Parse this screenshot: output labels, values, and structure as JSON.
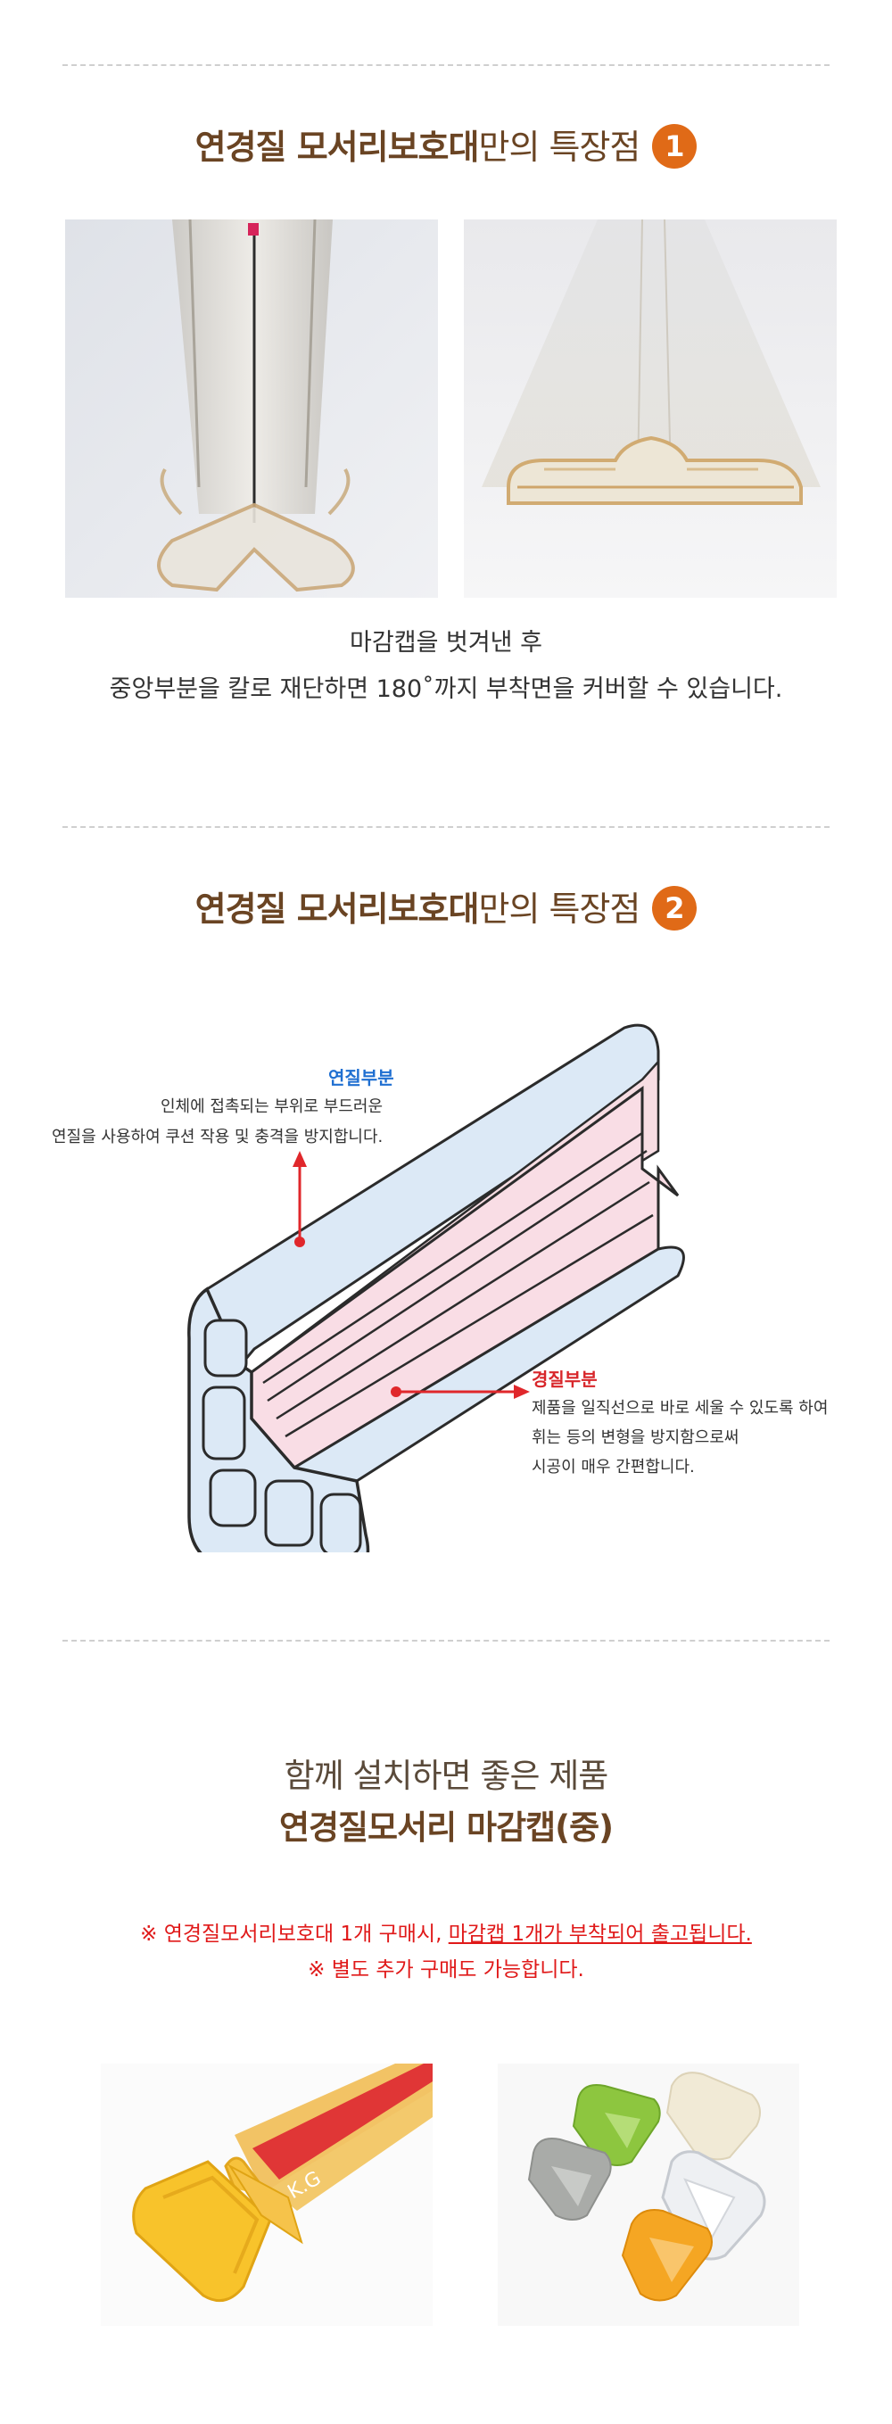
{
  "section1": {
    "title_strong": "연경질 모서리보호대",
    "title_rest": "만의 특장점",
    "badge": "1",
    "caption_line1": "마감캡을 벗겨낸 후",
    "caption_line2": "중앙부분을 칼로 재단하면 180˚까지 부착면을 커버할 수 있습니다."
  },
  "section2": {
    "title_strong": "연경질 모서리보호대",
    "title_rest": "만의 특장점",
    "badge": "2",
    "soft_label": "연질부분",
    "soft_desc_line1": "인체에 접촉되는 부위로 부드러운",
    "soft_desc_line2": "연질을 사용하여 쿠션 작용 및 충격을 방지합니다.",
    "hard_label": "경질부분",
    "hard_desc_line1": "제품을 일직선으로 바로 세울 수 있도록 하여",
    "hard_desc_line2": "휘는 등의 변형을 방지함으로써",
    "hard_desc_line3": "시공이 매우 간편합니다."
  },
  "section3": {
    "subtitle": "함께 설치하면 좋은 제품",
    "title": "연경질모서리 마감캡(중)",
    "note1_prefix": "※ 연경질모서리보호대 1개 구매시, ",
    "note1_underlined": "마감캡 1개가 부착되어 출고됩니다.",
    "note2": "※ 별도 추가 구매도 가능합니다.",
    "strip_text": "K.G"
  },
  "colors": {
    "heading": "#6a4423",
    "badge": "#e06a17",
    "soft_label": "#1f6fd1",
    "hard_label": "#d8262a",
    "arrow": "#e0272b",
    "note": "#e01919"
  }
}
